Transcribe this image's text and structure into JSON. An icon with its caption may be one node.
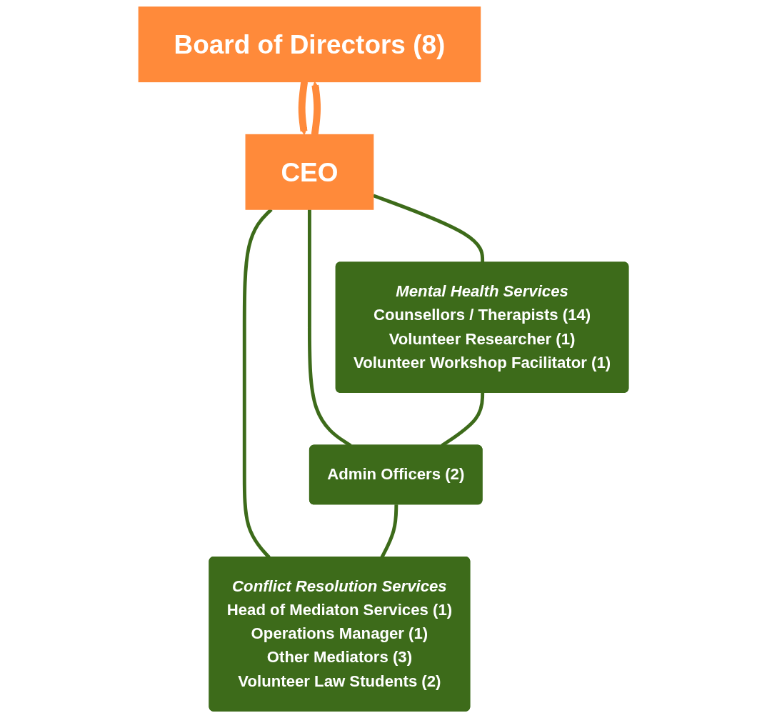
{
  "diagram": {
    "nodes": [
      {
        "text": [
          "Board of Directors (8)"
        ]
      },
      {
        "text": [
          "CEO"
        ]
      },
      {
        "text": [
          "Mental Health Services",
          "Counsellors / Therapists (14)",
          "Volunteer Researcher (1)",
          "Volunteer Workshop Facilitator (1)"
        ]
      },
      {
        "text": [
          "Admin Officers (2)"
        ]
      },
      {
        "text": [
          "Conflict Resolution Services",
          "Head of Mediaton Services (1)",
          "Operations Manager (1)",
          "Other Mediators (3)",
          "Volunteer Law Students (2)"
        ]
      }
    ],
    "edges": [
      {
        "from": 0,
        "to": 1,
        "arrow": "to",
        "style": "thick",
        "color": "#ff8a3a"
      },
      {
        "from": 1,
        "to": 0,
        "arrow": "to",
        "style": "thick",
        "color": "#ff8a3a"
      },
      {
        "from": 1,
        "to": 2,
        "arrow": "none"
      },
      {
        "from": 1,
        "to": 3,
        "arrow": "none"
      },
      {
        "from": 1,
        "to": 4,
        "arrow": "none"
      },
      {
        "from": 2,
        "to": 3,
        "arrow": "none"
      },
      {
        "from": 3,
        "to": 4,
        "arrow": "none"
      }
    ]
  }
}
